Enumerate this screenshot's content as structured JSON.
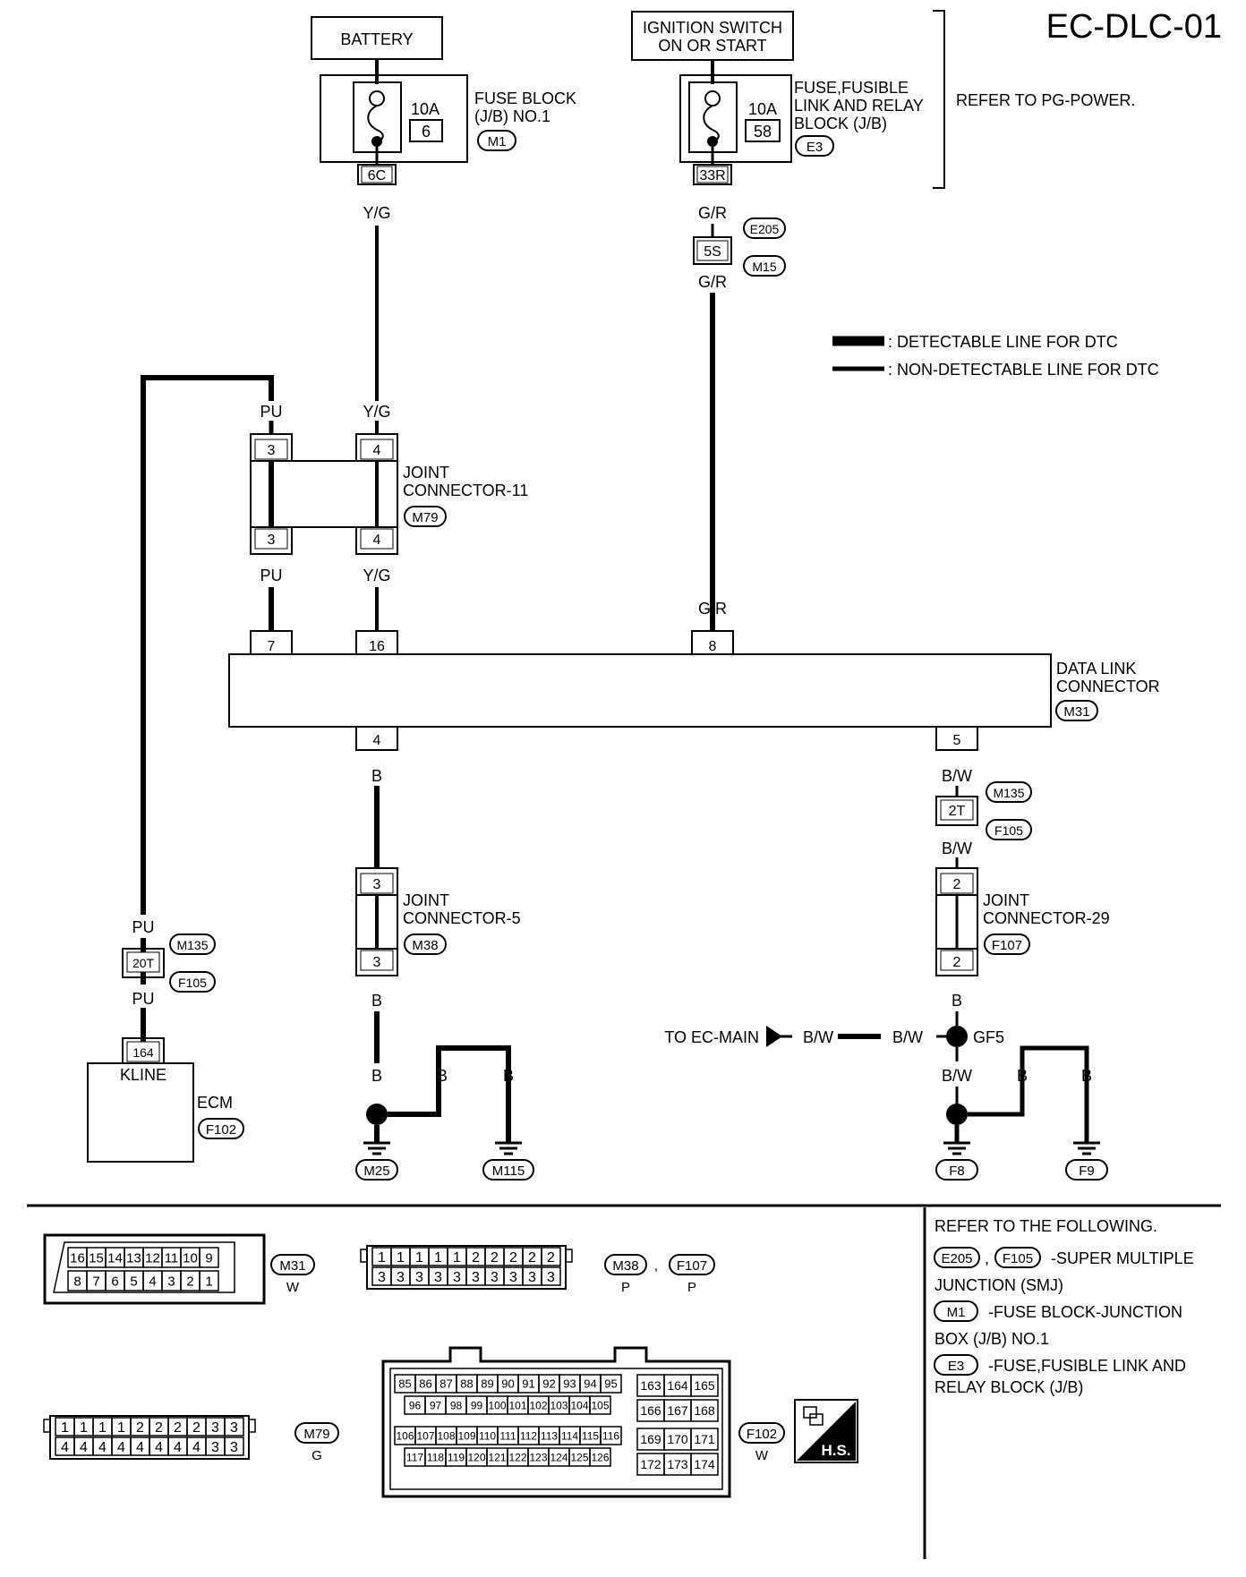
{
  "page_id": "EC-DLC-01",
  "power": {
    "battery": "BATTERY",
    "ignition": [
      "IGNITION SWITCH",
      "ON OR START"
    ],
    "fuse1": {
      "rating": "10A",
      "number": "6",
      "name": [
        "FUSE BLOCK",
        "(J/B) NO.1"
      ],
      "connector": "M1",
      "terminal": "6C"
    },
    "fuse2": {
      "rating": "10A",
      "number": "58",
      "name": [
        "FUSE,FUSIBLE",
        "LINK AND RELAY",
        "BLOCK (J/B)"
      ],
      "connector": "E3",
      "terminal": "33R"
    },
    "refer": "REFER TO PG-POWER."
  },
  "legend": {
    "detectable": ": DETECTABLE LINE FOR DTC",
    "non_detectable": ": NON-DETECTABLE LINE FOR DTC"
  },
  "wires": {
    "yg": "Y/G",
    "gr": "G/R",
    "pu": "PU",
    "b": "B",
    "bw": "B/W"
  },
  "smj_top": {
    "connector_a": "E205",
    "connector_b": "M15",
    "terminal": "5S"
  },
  "joint11": {
    "name": [
      "JOINT",
      "CONNECTOR-11"
    ],
    "connector": "M79",
    "pin_a": "3",
    "pin_b": "4"
  },
  "dlc": {
    "name": [
      "DATA LINK",
      "CONNECTOR"
    ],
    "connector": "M31",
    "pins_top": [
      "7",
      "16",
      "8"
    ],
    "pins_bottom": [
      "4",
      "5"
    ]
  },
  "smj_right": {
    "connector_a": "M135",
    "connector_b": "F105",
    "terminal": "2T"
  },
  "smj_left": {
    "connector_a": "M135",
    "connector_b": "F105",
    "terminal": "20T"
  },
  "joint5": {
    "name": [
      "JOINT",
      "CONNECTOR-5"
    ],
    "connector": "M38",
    "pin": "3"
  },
  "joint29": {
    "name": [
      "JOINT",
      "CONNECTOR-29"
    ],
    "connector": "F107",
    "pin": "2"
  },
  "ecm": {
    "pin": "164",
    "signal": "KLINE",
    "name": "ECM",
    "connector": "F102"
  },
  "ground": {
    "to_main": "TO EC-MAIN",
    "gf5": "GF5",
    "grounds": [
      "M25",
      "M115",
      "F8",
      "F9"
    ]
  },
  "connector_views": {
    "m31": {
      "id": "M31",
      "color": "W",
      "row1": [
        "16",
        "15",
        "14",
        "13",
        "12",
        "11",
        "10",
        "9"
      ],
      "row2": [
        "8",
        "7",
        "6",
        "5",
        "4",
        "3",
        "2",
        "1"
      ]
    },
    "m38": {
      "id": "M38",
      "id2": "F107",
      "color": "P",
      "color2": "P",
      "row1": [
        "1",
        "1",
        "1",
        "1",
        "1",
        "2",
        "2",
        "2",
        "2",
        "2"
      ],
      "row2": [
        "3",
        "3",
        "3",
        "3",
        "3",
        "3",
        "3",
        "3",
        "3",
        "3"
      ]
    },
    "m79": {
      "id": "M79",
      "color": "G",
      "row1": [
        "1",
        "1",
        "1",
        "1",
        "2",
        "2",
        "2",
        "2",
        "3",
        "3"
      ],
      "row2": [
        "4",
        "4",
        "4",
        "4",
        "4",
        "4",
        "4",
        "4",
        "3",
        "3"
      ]
    },
    "f102": {
      "id": "F102",
      "color": "W",
      "r1": [
        "85",
        "86",
        "87",
        "88",
        "89",
        "90",
        "91",
        "92",
        "93",
        "94",
        "95"
      ],
      "r2": [
        "96",
        "97",
        "98",
        "99",
        "100",
        "101",
        "102",
        "103",
        "104",
        "105"
      ],
      "r3": [
        "106",
        "107",
        "108",
        "109",
        "110",
        "111",
        "112",
        "113",
        "114",
        "115",
        "116"
      ],
      "r4": [
        "117",
        "118",
        "119",
        "120",
        "121",
        "122",
        "123",
        "124",
        "125",
        "126"
      ],
      "s1": [
        "163",
        "164",
        "165"
      ],
      "s2": [
        "166",
        "167",
        "168"
      ],
      "s3": [
        "169",
        "170",
        "171"
      ],
      "s4": [
        "172",
        "173",
        "174"
      ]
    },
    "hs": "H.S."
  },
  "refer_list": {
    "heading": "REFER TO THE FOLLOWING.",
    "items": [
      {
        "codes": [
          "E205",
          "F105"
        ],
        "text": [
          "-SUPER MULTIPLE",
          "JUNCTION (SMJ)"
        ]
      },
      {
        "codes": [
          "M1"
        ],
        "text": [
          "-FUSE BLOCK-JUNCTION",
          "BOX (J/B) NO.1"
        ]
      },
      {
        "codes": [
          "E3"
        ],
        "text": [
          "-FUSE,FUSIBLE LINK AND",
          "RELAY BLOCK (J/B)"
        ]
      }
    ]
  }
}
